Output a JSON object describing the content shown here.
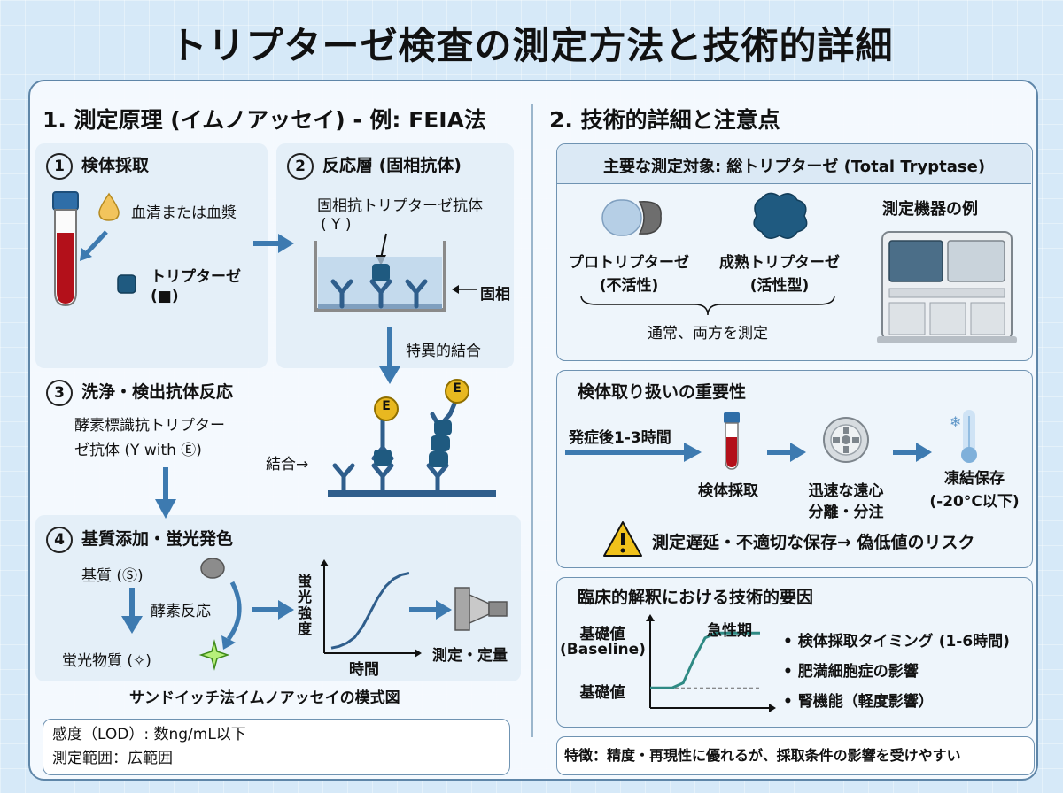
{
  "title": "トリプターゼ検査の測定方法と技術的詳細",
  "left": {
    "section_title": "1. 測定原理 (イムノアッセイ) - 例: FEIA法",
    "step1": {
      "number": "1",
      "title": "検体採取",
      "serum_label": "血清または血漿",
      "tryptase_label": "トリプターゼ",
      "tryptase_symbol": "(■)"
    },
    "step2": {
      "number": "2",
      "title": "反応層 (固相抗体)",
      "antibody_label": "固相抗トリプターゼ抗体",
      "antibody_symbol": "( Y )",
      "solid_phase_label": "固相",
      "specific_binding_label": "特異的結合"
    },
    "step3": {
      "number": "3",
      "title": "洗浄・検出抗体反応",
      "enzyme_ab_label_1": "酵素標識抗トリプター",
      "enzyme_ab_label_2": "ゼ抗体 (Y with Ⓔ)",
      "binding_label": "結合→",
      "enzyme_letter": "E"
    },
    "step4": {
      "number": "4",
      "title": "基質添加・蛍光発色",
      "substrate_label": "基質 (Ⓢ)",
      "enzyme_reaction_label": "酵素反応",
      "fluorescent_label": "蛍光物質 (✧)",
      "y_axis_label": "蛍光強度",
      "x_axis_label": "時間",
      "measure_label": "測定・定量"
    },
    "caption": "サンドイッチ法イムノアッセイの模式図",
    "spec_box": {
      "line1": "感度（LOD）: 数ng/mL以下",
      "line2": "測定範囲：広範囲"
    }
  },
  "right": {
    "section_title": "2. 技術的詳細と注意点",
    "target": {
      "title": "主要な測定対象: 総トリプターゼ (Total Tryptase)",
      "proto_label": "プロトリプターゼ",
      "proto_sub": "(不活性)",
      "mature_label": "成熟トリプターゼ",
      "mature_sub": "(活性型)",
      "both_label": "通常、両方を測定",
      "instrument_label": "測定機器の例"
    },
    "handling": {
      "title": "検体取り扱いの重要性",
      "onset_label": "発症後1-3時間",
      "collect_label": "検体採取",
      "centrifuge_label_1": "迅速な遠心",
      "centrifuge_label_2": "分離・分注",
      "freeze_label_1": "凍結保存",
      "freeze_label_2": "(-20°C以下)",
      "warning_text": "測定遅延・不適切な保存→ 偽低値のリスク"
    },
    "clinical": {
      "title": "臨床的解釈における技術的要因",
      "baseline_label_1": "基礎値",
      "baseline_label_2": "(Baseline)",
      "baseline_label_3": "基礎値",
      "acute_label": "急性期",
      "factors": [
        "• 検体採取タイミング (1-6時間)",
        "• 肥満細胞症の影響",
        "• 腎機能（軽度影響）"
      ]
    },
    "feature_box": "特徴：精度・再現性に優れるが、採取条件の影響を受けやすい"
  },
  "colors": {
    "antibody": "#2f5e8c",
    "tryptase": "#1f5a80",
    "blood": "#b3101a",
    "arrow": "#3d7ab0",
    "enzyme": "#e8b820"
  },
  "chart_data": [
    {
      "type": "line",
      "title": "",
      "xlabel": "時間",
      "ylabel": "蛍光強度",
      "x": [
        0,
        1,
        2,
        3,
        4,
        5,
        6,
        7,
        8,
        9,
        10
      ],
      "y": [
        0.02,
        0.04,
        0.08,
        0.15,
        0.28,
        0.46,
        0.64,
        0.78,
        0.87,
        0.92,
        0.94
      ],
      "xlim": [
        0,
        10
      ],
      "ylim": [
        0,
        1
      ],
      "grid": false
    },
    {
      "type": "line",
      "title": "",
      "xlabel": "",
      "ylabel": "",
      "x": [
        0,
        1,
        2,
        3,
        4,
        5,
        6,
        7,
        8,
        9,
        10
      ],
      "y": [
        0.2,
        0.2,
        0.2,
        0.26,
        0.55,
        0.8,
        0.86,
        0.86,
        0.86,
        0.86,
        0.86
      ],
      "baseline": 0.2,
      "xlim": [
        0,
        10
      ],
      "ylim": [
        0,
        1
      ],
      "grid": false
    }
  ]
}
